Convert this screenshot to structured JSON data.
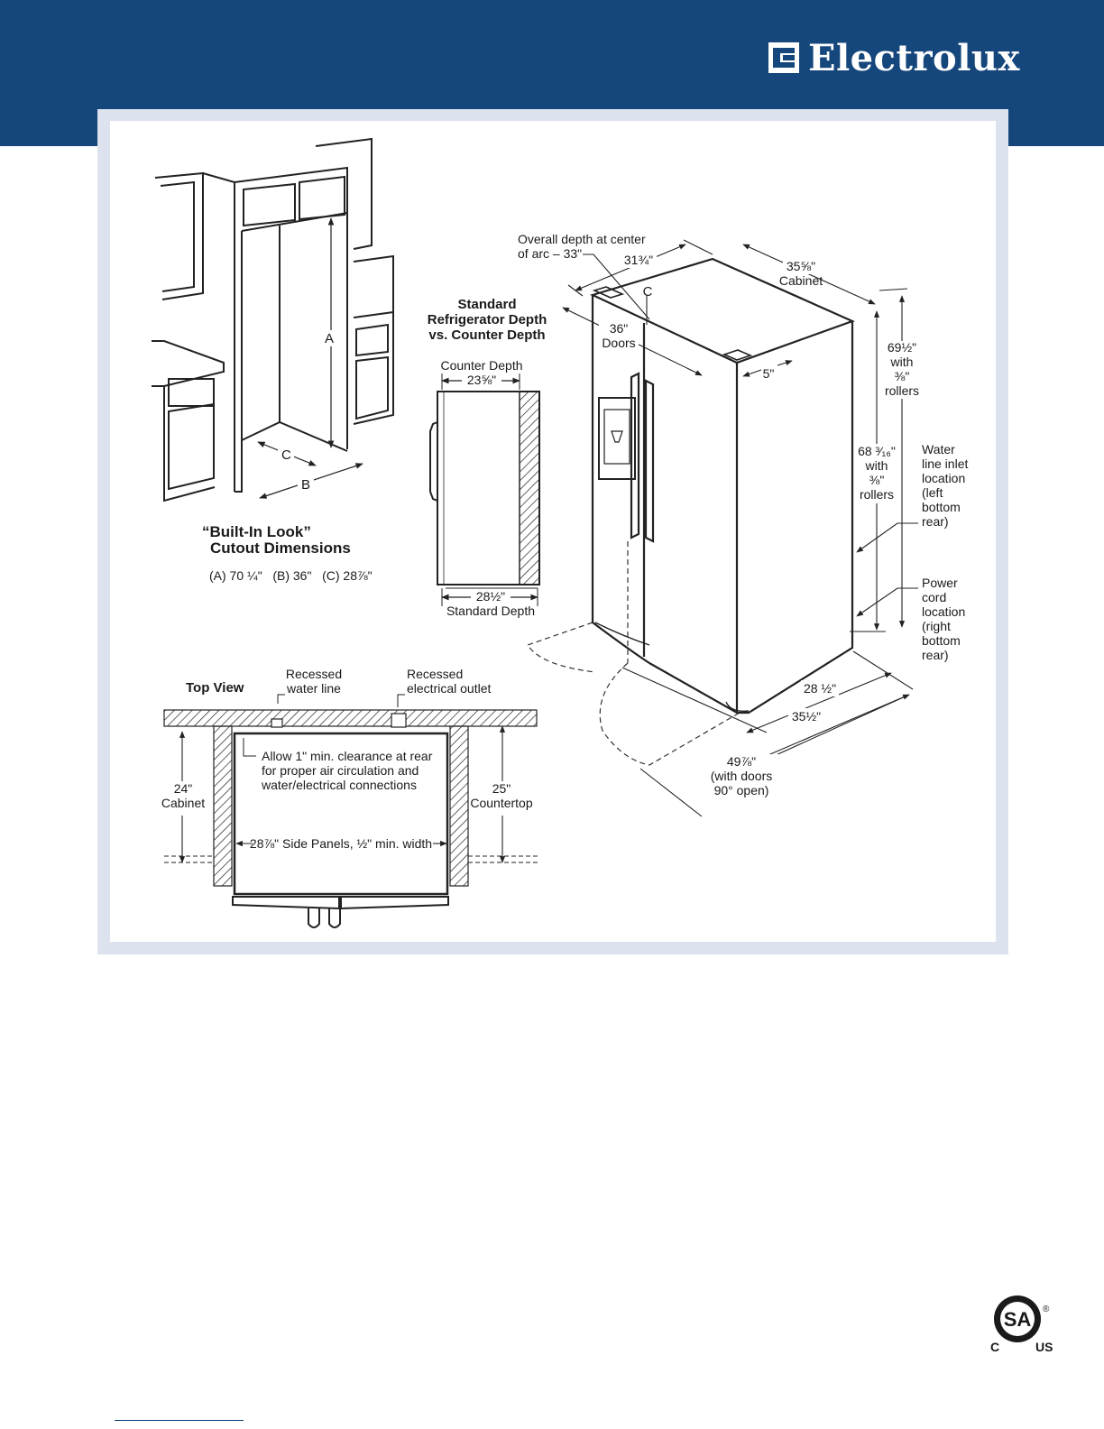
{
  "brand": {
    "name": "Electrolux",
    "color": "#15467c"
  },
  "builtin": {
    "title1": "“Built-In Look”",
    "title2": "Cutout Dimensions",
    "dims": "(A) 70 ¼\"   (B) 36\"   (C) 28⅞\"",
    "label_a": "A",
    "label_b": "B",
    "label_c": "C"
  },
  "depth_compare": {
    "title1": "Standard",
    "title2": "Refrigerator Depth",
    "title3": "vs. Counter Depth",
    "counter_label": "Counter Depth",
    "counter_value": "23⅝\"",
    "standard_value": "28½\"",
    "standard_label": "Standard Depth"
  },
  "fridge": {
    "arc1": "Overall depth at center",
    "arc2": "of arc – 33\"",
    "depth_top": "31¾\"",
    "cab_width": "35⅝\"",
    "cab_label": "Cabinet",
    "centerline": "C",
    "doors_width": "36\"",
    "doors_label": "Doors",
    "hinge": "5\"",
    "h1_value": "69½\"",
    "h1_with": "with",
    "h1_frac": "⅜\"",
    "h1_rollers": "rollers",
    "h2_value": "68 ³⁄₁₆\"",
    "h2_with": "with",
    "h2_frac": "⅜\"",
    "h2_rollers": "rollers",
    "water": [
      "Water",
      "line inlet",
      "location",
      "(left",
      "bottom",
      "rear)"
    ],
    "power": [
      "Power",
      "cord",
      "location",
      "(right",
      "bottom",
      "rear)"
    ],
    "depth1": "28 ½\"",
    "depth2": "35½\"",
    "open1": "49⅞\"",
    "open2": "(with doors",
    "open3": "90° open)"
  },
  "topview": {
    "title": "Top View",
    "water1": "Recessed",
    "water2": "water line",
    "outlet1": "Recessed",
    "outlet2": "electrical outlet",
    "note1": "Allow 1\" min. clearance at rear",
    "note2": "for proper air circulation and",
    "note3": "water/electrical connections",
    "cab_value": "24\"",
    "cab_label": "Cabinet",
    "counter_value": "25\"",
    "counter_label": "Countertop",
    "panels": "28⅞\" Side Panels, ½\" min. width"
  },
  "cert": {
    "mark": "SA",
    "left": "C",
    "right": "US",
    "reg": "®"
  }
}
